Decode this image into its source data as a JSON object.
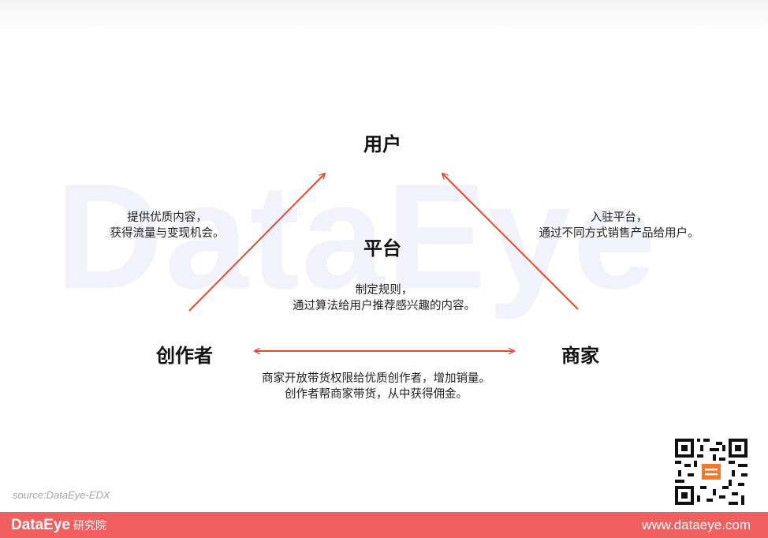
{
  "watermark": "DataEye",
  "nodes": {
    "user": "用户",
    "platform": "平台",
    "creator": "创作者",
    "merchant": "商家"
  },
  "descriptions": {
    "creator_to_user": [
      "提供优质内容，",
      "获得流量与变现机会。"
    ],
    "merchant_to_user": [
      "入驻平台，",
      "通过不同方式销售产品给用户。"
    ],
    "platform": [
      "制定规则，",
      "通过算法给用户推荐感兴趣的内容。"
    ],
    "creator_merchant": [
      "商家开放带货权限给优质创作者，增加销量。",
      "创作者帮商家带货，从中获得佣金。"
    ]
  },
  "source": "source:DataEye-EDX",
  "footer": {
    "brand": "DataEye",
    "brand_sub": "研究院",
    "website": "www.dataeye.com"
  },
  "colors": {
    "arrow": "#e34a2c",
    "footer": "#f15f5e",
    "watermark": "#f1f2fb"
  }
}
